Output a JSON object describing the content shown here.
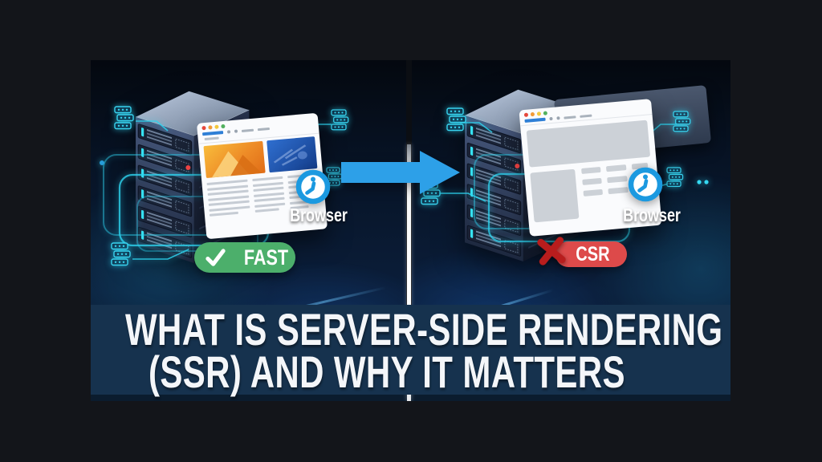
{
  "title": {
    "line1": "WHAT IS SERVER-SIDE RENDERING",
    "line2": "(SSR) AND WHY IT MATTERS"
  },
  "left_panel": {
    "browser_label": "Browser",
    "badge": {
      "label": "FAST",
      "icon": "checkmark-icon"
    }
  },
  "right_panel": {
    "browser_label": "Browser",
    "badge": {
      "label": "CSR",
      "icon": "cross-icon"
    }
  },
  "icons": {
    "flow": "arrow-right-icon",
    "timing": "clock-icon",
    "servers": "server-icon"
  },
  "colors": {
    "badge_fast_green": "#4caf6b",
    "badge_csr_red": "#dd4a4a",
    "cross_dark_red": "#b81d1d",
    "arrow_blue": "#2da0e8",
    "clock_blue": "#1b99e0",
    "banner_navy": "#16324e",
    "panel_navy": "#0b1e3a",
    "circuit_cyan": "#2ed3ef"
  }
}
